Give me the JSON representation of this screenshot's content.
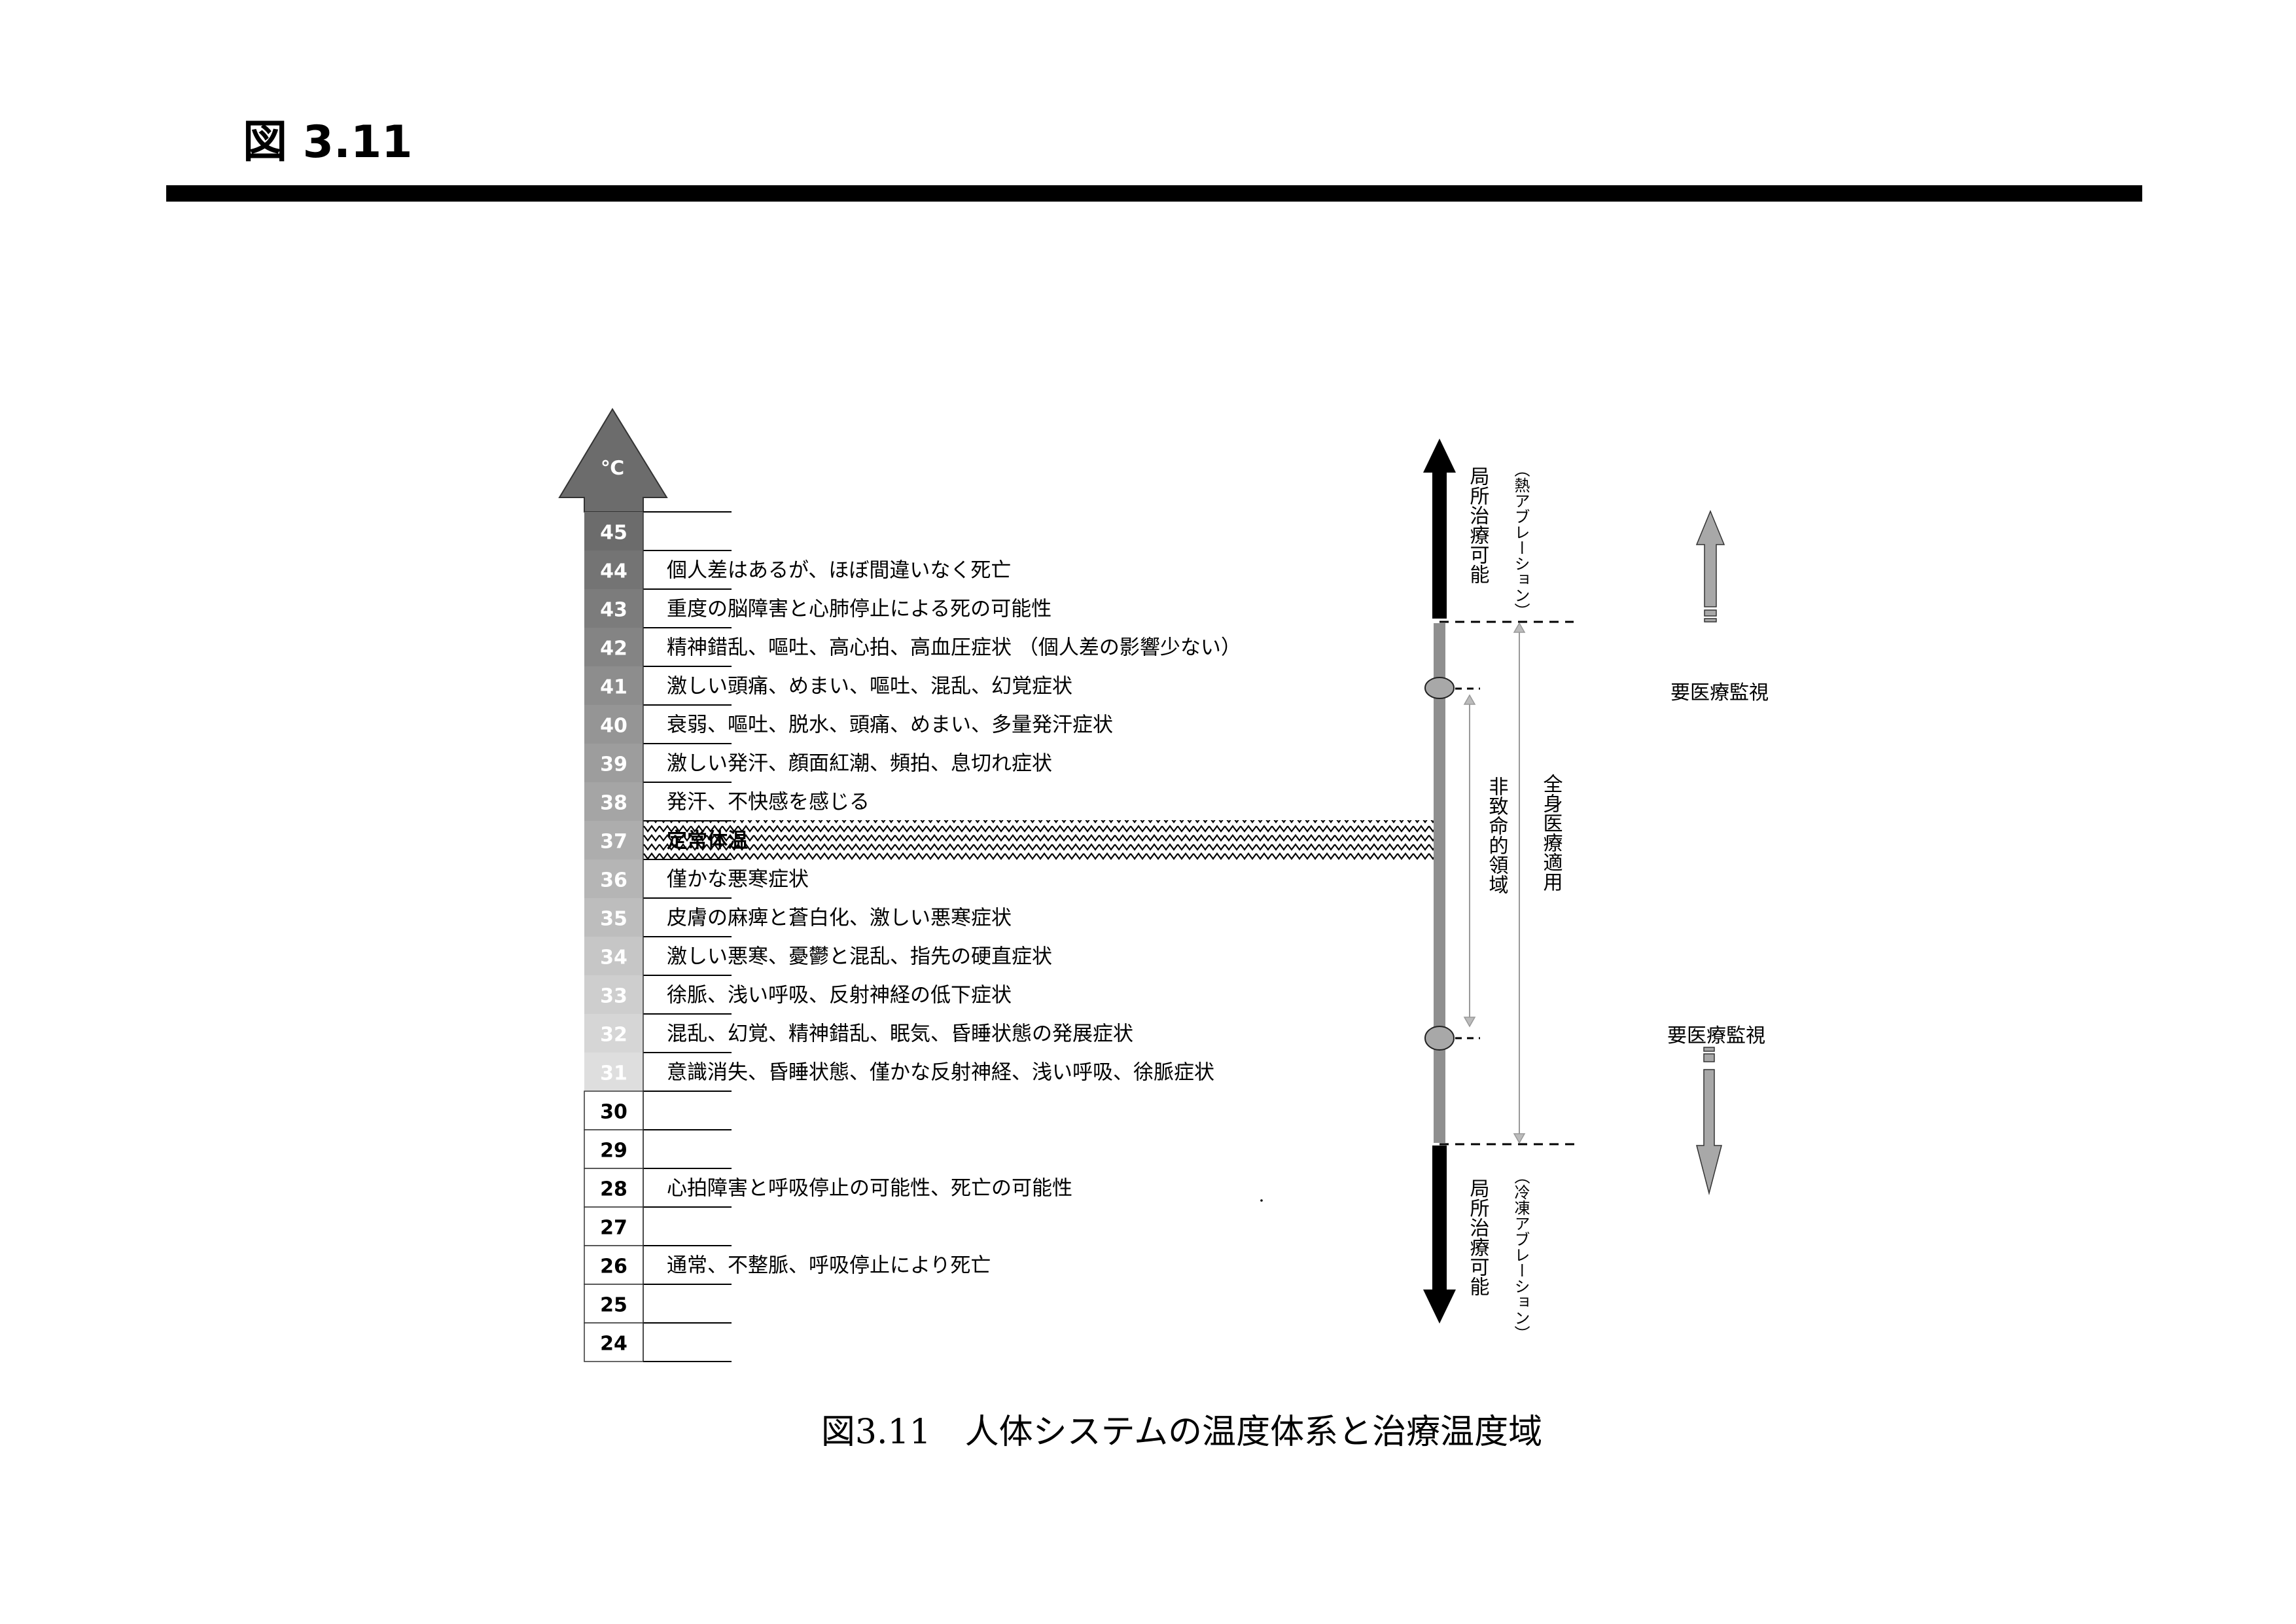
{
  "header": {
    "title": "図 3.11"
  },
  "scale": {
    "unit": "℃",
    "rows": [
      {
        "temp": "45",
        "text": ""
      },
      {
        "temp": "44",
        "text": "個人差はあるが、ほぼ間違いなく死亡"
      },
      {
        "temp": "43",
        "text": "重度の脳障害と心肺停止による死の可能性"
      },
      {
        "temp": "42",
        "text": "精神錯乱、嘔吐、高心拍、高血圧症状 （個人差の影響少ない）"
      },
      {
        "temp": "41",
        "text": "激しい頭痛、めまい、嘔吐、混乱、幻覚症状"
      },
      {
        "temp": "40",
        "text": "衰弱、嘔吐、脱水、頭痛、めまい、多量発汗症状"
      },
      {
        "temp": "39",
        "text": "激しい発汗、顔面紅潮、頻拍、息切れ症状"
      },
      {
        "temp": "38",
        "text": "発汗、不快感を感じる"
      },
      {
        "temp": "37",
        "text": "定常体温",
        "highlight": true
      },
      {
        "temp": "36",
        "text": "僅かな悪寒症状"
      },
      {
        "temp": "35",
        "text": "皮膚の麻痺と蒼白化、激しい悪寒症状"
      },
      {
        "temp": "34",
        "text": "激しい悪寒、憂鬱と混乱、指先の硬直症状"
      },
      {
        "temp": "33",
        "text": "徐脈、浅い呼吸、反射神経の低下症状"
      },
      {
        "temp": "32",
        "text": "混乱、幻覚、精神錯乱、眠気、昏睡状態の発展症状"
      },
      {
        "temp": "31",
        "text": "意識消失、昏睡状態、僅かな反射神経、浅い呼吸、徐脈症状"
      },
      {
        "temp": "30",
        "text": ""
      },
      {
        "temp": "29",
        "text": ""
      },
      {
        "temp": "28",
        "text": "心拍障害と呼吸停止の可能性、死亡の可能性"
      },
      {
        "temp": "27",
        "text": ""
      },
      {
        "temp": "26",
        "text": "通常、不整脈、呼吸停止により死亡"
      },
      {
        "temp": "25",
        "text": ""
      },
      {
        "temp": "24",
        "text": ""
      }
    ]
  },
  "treatment": {
    "upper_local": "局所治療可能",
    "upper_local_note": "（熱アブレーション）",
    "non_lethal": "非致命的領域",
    "systemic": "全身医療適用",
    "lower_local": "局所治療可能",
    "lower_local_note": "（冷凍アブレーション）"
  },
  "monitoring": {
    "upper_label": "要医療監視",
    "lower_label": "要医療監視"
  },
  "caption": "図3.11　人体システムの温度体系と治療温度域",
  "colors": {
    "dark_cell": "#6c6c6c",
    "light_cell": "#f0f0f0",
    "bar": "#8f8f8f",
    "arrow_grey": "#a8a8a8",
    "black": "#000000"
  }
}
